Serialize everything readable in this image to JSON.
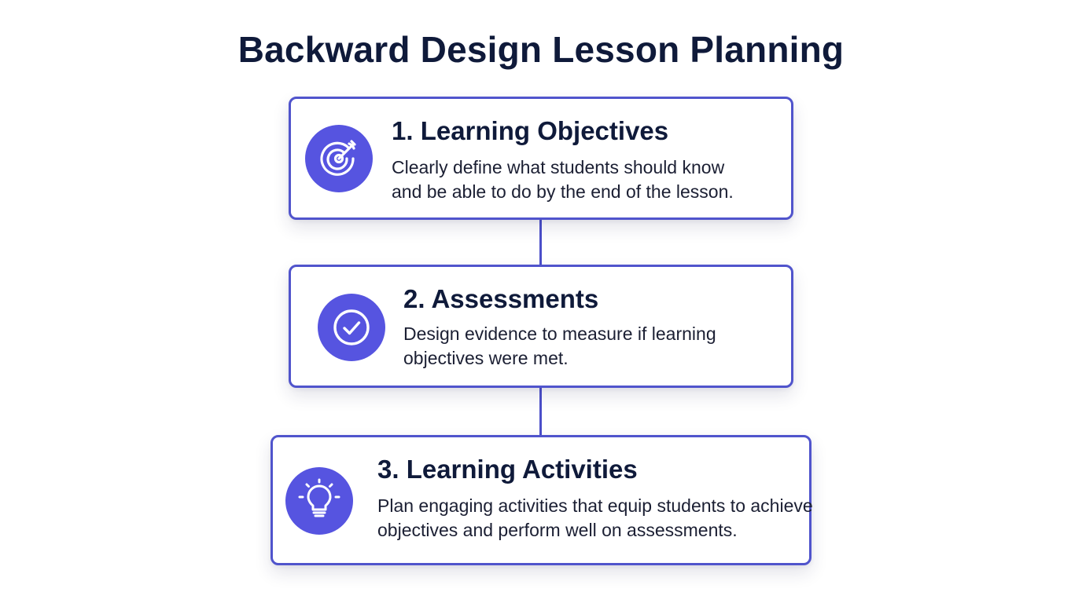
{
  "title": "Backward Design Lesson Planning",
  "accent_color": "#5654e0",
  "border_color": "#5054cc",
  "steps": [
    {
      "icon": "target-icon",
      "title": "1. Learning Objectives",
      "description_lines": [
        "Clearly define what students should know",
        "and be able to do by the end of the lesson."
      ]
    },
    {
      "icon": "checkmark-circle-icon",
      "title": "2. Assessments",
      "description_lines": [
        "Design evidence to measure if learning",
        "objectives were met."
      ]
    },
    {
      "icon": "lightbulb-icon",
      "title": "3. Learning Activities",
      "description_lines": [
        "Plan engaging activities that equip students to achieve",
        "objectives and perform well on assessments."
      ]
    }
  ]
}
